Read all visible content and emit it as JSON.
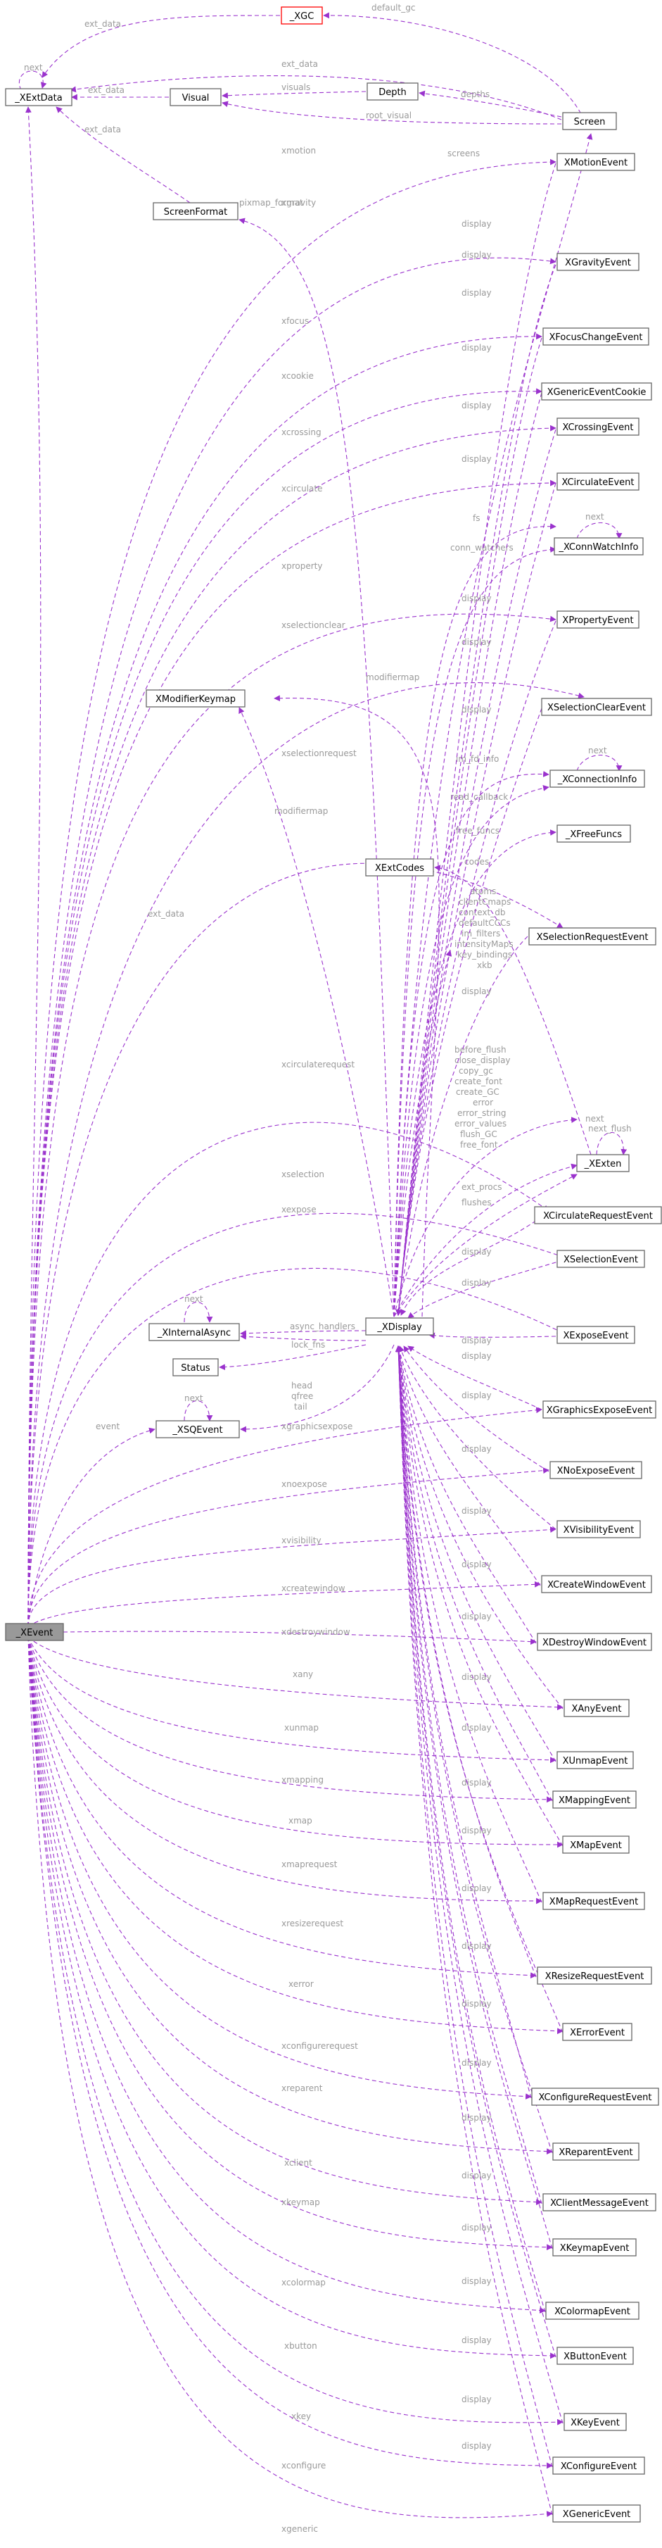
{
  "nodes": {
    "xgc": "_XGC",
    "xextdata": "_XExtData",
    "visual": "Visual",
    "depth": "Depth",
    "screen": "Screen",
    "screenformat": "ScreenFormat",
    "xmotionevent": "XMotionEvent",
    "xgravityevent": "XGravityEvent",
    "xfocuschangeevent": "XFocusChangeEvent",
    "xgenericeventcookie": "XGenericEventCookie",
    "xcrossingevent": "XCrossingEvent",
    "xcirculateevent": "XCirculateEvent",
    "xconnwatchinfo": "_XConnWatchInfo",
    "xpropertyevent": "XPropertyEvent",
    "xmodifierkeymap": "XModifierKeymap",
    "xselectionclearevent": "XSelectionClearEvent",
    "xconnectioninfo": "_XConnectionInfo",
    "xextcodes": "XExtCodes",
    "xfreefuncs": "_XFreeFuncs",
    "xselectionrequestevent": "XSelectionRequestEvent",
    "xexten": "_XExten",
    "xcirculaterequestevent": "XCirculateRequestEvent",
    "xselectionevent": "XSelectionEvent",
    "xinternalasync": "_XInternalAsync",
    "xdisplay": "_XDisplay",
    "xexposeevent": "XExposeEvent",
    "status": "Status",
    "xsqevent": "_XSQEvent",
    "xgraphicsexposeevent": "XGraphicsExposeEvent",
    "xnoexposeevent": "XNoExposeEvent",
    "xvisibilityevent": "XVisibilityEvent",
    "xcreatewindowevent": "XCreateWindowEvent",
    "xevent": "_XEvent",
    "xdestroywindowevent": "XDestroyWindowEvent",
    "xanyevent": "XAnyEvent",
    "xunmapevent": "XUnmapEvent",
    "xmappingevent": "XMappingEvent",
    "xmapevent": "XMapEvent",
    "xmaprequestevent": "XMapRequestEvent",
    "xresizerequestevent": "XResizeRequestEvent",
    "xerrorevent": "XErrorEvent",
    "xconfigurerequestevent": "XConfigureRequestEvent",
    "xreparentevent": "XReparentEvent",
    "xclientmessageevent": "XClientMessageEvent",
    "xkeymapevent": "XKeymapEvent",
    "xcolormapevent": "XColormapEvent",
    "xbuttonevent": "XButtonEvent",
    "xkeyevent": "XKeyEvent",
    "xconfigureevent": "XConfigureEvent",
    "xgenericevent": "XGenericEvent"
  },
  "edge_labels": {
    "default_gc": "default_gc",
    "ext_data_gxc": "ext_data",
    "next_xextdata": "next",
    "ext_data_screen": "ext_data",
    "ext_data_visual": "ext_data",
    "visuals": "visuals",
    "depths": "depths",
    "root_visual": "root_visual",
    "ext_data_screenformat": "ext_data",
    "pixmap_format": "pixmap_format",
    "screens": "screens",
    "xmotion": "xmotion",
    "xgravity": "xgravity",
    "xfocus": "xfocus",
    "xcookie": "xcookie",
    "xcrossing": "xcrossing",
    "xcirculate": "xcirculate",
    "fs": "fs",
    "next_connwatch": "next",
    "conn_watchers": "conn_watchers",
    "xproperty": "xproperty",
    "xselectionclear": "xselectionclear",
    "modifiermap_label": "modifiermap",
    "im_fd_info": "im_fd_info",
    "next_conninfo": "next",
    "read_callback": "read_callback",
    "free_funcs": "free_funcs",
    "codes": "codes",
    "xselectionrequest": "xselectionrequest",
    "modifiermap_event": "modifiermap",
    "display_fields": [
      "atoms",
      "clientCmaps",
      "context_db",
      "defaultCCCs",
      "im_filters",
      "intensityMaps",
      "key_bindings",
      "xkb"
    ],
    "exten_fields": [
      "before_flush",
      "close_display",
      "copy_gc",
      "create_font",
      "create_GC",
      "error",
      "error_string",
      "error_values",
      "flush_GC",
      "free_font"
    ],
    "next_exten": "next",
    "next_flush": "next_flush",
    "ext_procs": "ext_procs",
    "flushes": "flushes",
    "ext_data_event": "ext_data",
    "xcirculaterequest": "xcirculaterequest",
    "xselection": "xselection",
    "xexpose": "xexpose",
    "next_async": "next",
    "async_handlers": "async_handlers",
    "lock_fns": "lock_fns",
    "queue_fields": [
      "head",
      "qfree",
      "tail"
    ],
    "next_sq": "next",
    "event": "event",
    "display": "display",
    "xgraphicsexpose": "xgraphicsexpose",
    "xnoexpose": "xnoexpose",
    "xvisibility": "xvisibility",
    "xcreatewindow": "xcreatewindow",
    "xdestroywindow": "xdestroywindow",
    "xany": "xany",
    "xunmap": "xunmap",
    "xmapping": "xmapping",
    "xmap": "xmap",
    "xmaprequest": "xmaprequest",
    "xresizerequest": "xresizerequest",
    "xerror": "xerror",
    "xconfigurerequest": "xconfigurerequest",
    "xreparent": "xreparent",
    "xclient": "xclient",
    "xkeymap": "xkeymap",
    "xcolormap": "xcolormap",
    "xbutton": "xbutton",
    "xkey": "xkey",
    "xconfigure": "xconfigure",
    "xgeneric": "xgeneric"
  },
  "colors": {
    "edge": "#9a32cd",
    "edge_label": "#9a9a9a",
    "node_border": "#666666",
    "root_node_border": "#ff0000",
    "focus_node_fill": "#999999"
  }
}
